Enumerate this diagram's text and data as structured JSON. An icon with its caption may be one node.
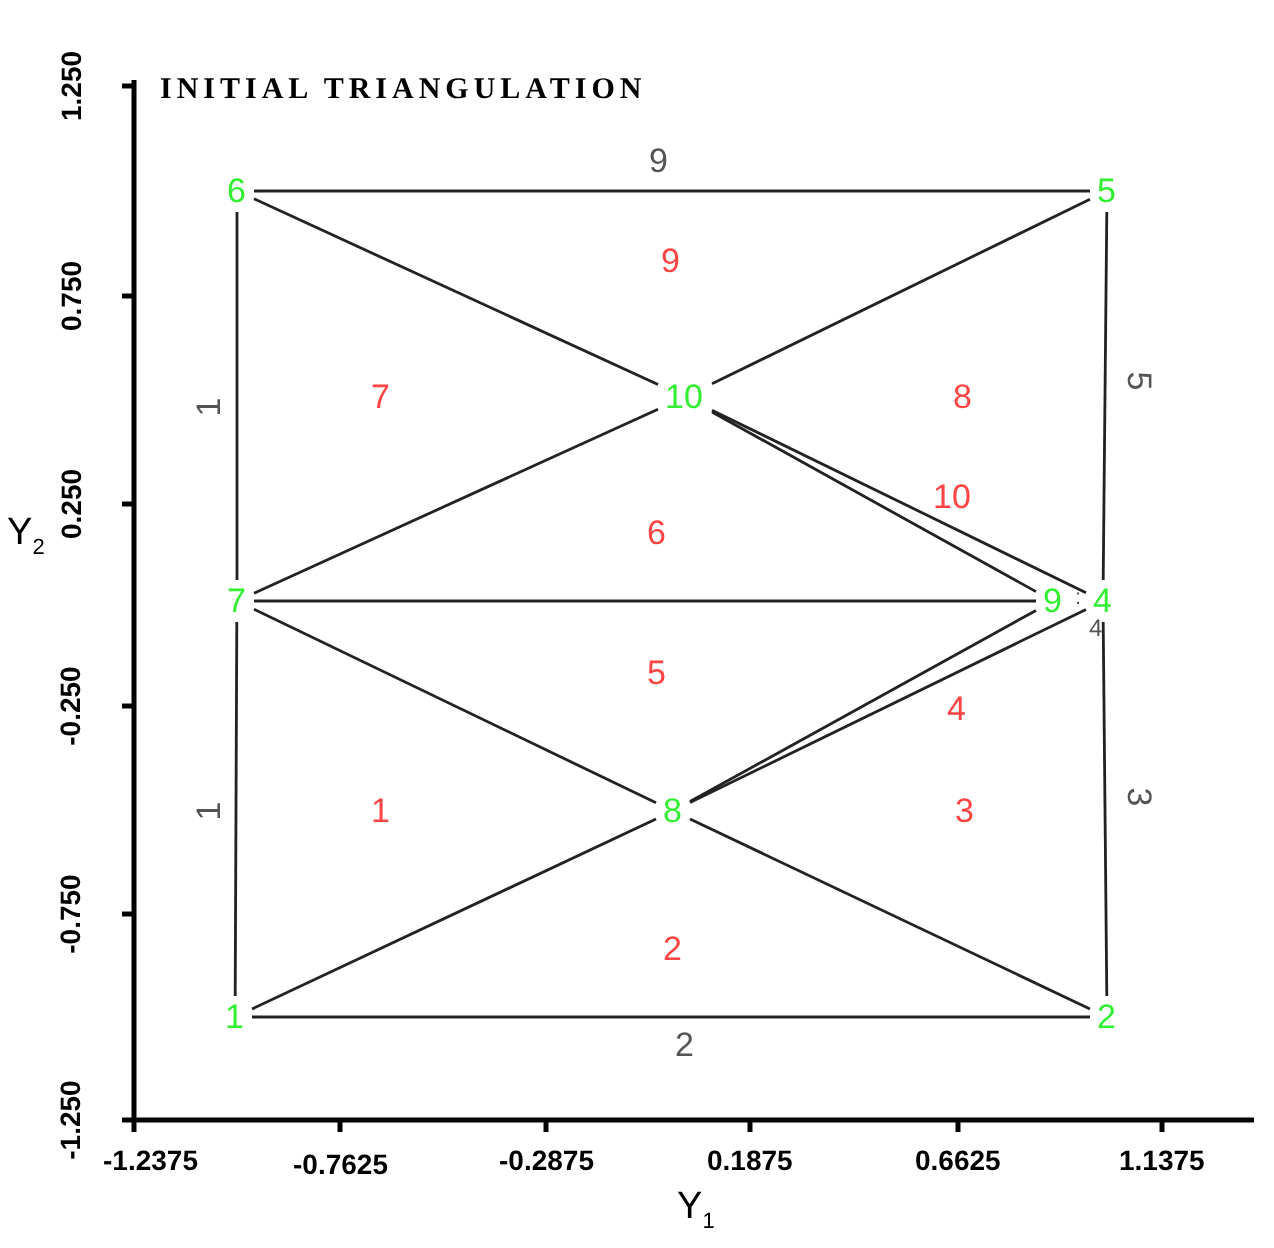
{
  "diagram": {
    "title": "INITIAL TRIANGULATION",
    "nodes": [
      {
        "text": [
          "6"
        ]
      },
      {
        "text": [
          "5"
        ]
      },
      {
        "text": [
          "10"
        ]
      },
      {
        "text": [
          "7"
        ]
      },
      {
        "text": [
          "9"
        ]
      },
      {
        "text": [
          "4"
        ]
      },
      {
        "text": [
          "8"
        ]
      },
      {
        "text": [
          "1"
        ]
      },
      {
        "text": [
          "2"
        ]
      }
    ],
    "edges": [
      {
        "from": 0,
        "to": 1,
        "arrow": "none",
        "label": "9"
      },
      {
        "from": 0,
        "to": 3,
        "arrow": "none",
        "label": "1"
      },
      {
        "from": 3,
        "to": 7,
        "arrow": "none",
        "label": "1"
      },
      {
        "from": 7,
        "to": 8,
        "arrow": "none",
        "label": "2"
      },
      {
        "from": 8,
        "to": 5,
        "arrow": "none",
        "label": "3"
      },
      {
        "from": 5,
        "to": 1,
        "arrow": "none",
        "label": "5"
      },
      {
        "from": 0,
        "to": 2,
        "arrow": "none"
      },
      {
        "from": 2,
        "to": 1,
        "arrow": "none"
      },
      {
        "from": 2,
        "to": 3,
        "arrow": "none"
      },
      {
        "from": 3,
        "to": 4,
        "arrow": "none"
      },
      {
        "from": 3,
        "to": 6,
        "arrow": "none"
      },
      {
        "from": 6,
        "to": 7,
        "arrow": "none"
      },
      {
        "from": 6,
        "to": 8,
        "arrow": "none"
      },
      {
        "from": 2,
        "to": 4,
        "arrow": "none"
      },
      {
        "from": 2,
        "to": 5,
        "arrow": "none"
      },
      {
        "from": 6,
        "to": 4,
        "arrow": "none"
      },
      {
        "from": 6,
        "to": 5,
        "arrow": "none"
      }
    ],
    "labels": [
      "9",
      "7",
      "8",
      "6",
      "10",
      "5",
      "4",
      "1",
      "3",
      "2",
      ":",
      "4",
      "1.250",
      "0.750",
      "0.250",
      "-0.250",
      "-0.750",
      "-1.250",
      "Y$_{2}$",
      "-1.2375",
      "-0.7625",
      "-0.2875",
      "0.1875",
      "0.6625",
      "1.1375",
      "Y$_{1}$"
    ]
  }
}
